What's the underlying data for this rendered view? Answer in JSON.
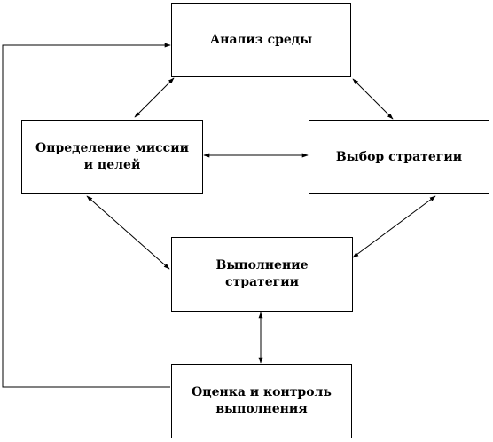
{
  "diagram": {
    "boxes": {
      "analysis": "Анализ среды",
      "mission_line1": "Определение миссии",
      "mission_line2": "и целей",
      "strategy": "Выбор стратегии",
      "execution": "Выполнение стратегии",
      "evaluation_line1": "Оценка и контроль",
      "evaluation_line2": "выполнения"
    }
  }
}
